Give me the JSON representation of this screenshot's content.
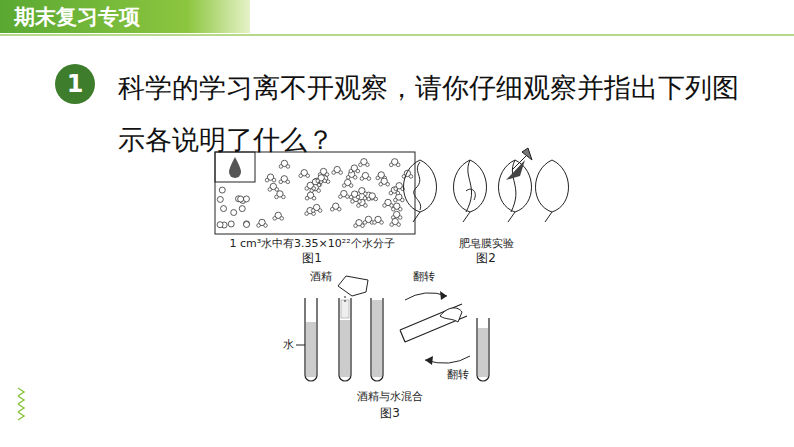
{
  "diagram": {
    "title": "期末复习专项",
    "nodes": [
      {
        "text": [
          "1"
        ]
      }
    ],
    "labels": [
      "科学的学习离不开观察，请你仔细观察并指出下列图示各说明了什么？",
      "1 cm³水中有3.35×10²²个水分子",
      "图1",
      "肥皂膜实验",
      "图2",
      "酒精",
      "水",
      "翻转",
      "翻转",
      "酒精与水混合",
      "图3"
    ]
  }
}
